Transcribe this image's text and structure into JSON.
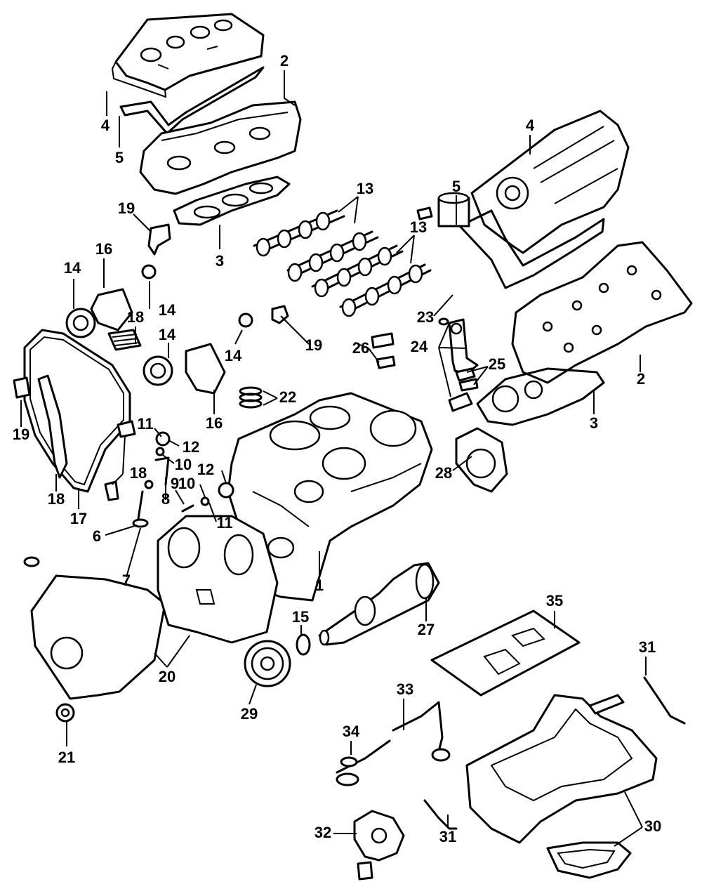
{
  "callouts": [
    {
      "id": "c2a",
      "text": "2"
    },
    {
      "id": "c4a",
      "text": "4"
    },
    {
      "id": "c5a",
      "text": "5"
    },
    {
      "id": "c19a",
      "text": "19"
    },
    {
      "id": "c3a",
      "text": "3"
    },
    {
      "id": "c13a",
      "text": "13"
    },
    {
      "id": "c13b",
      "text": "13"
    },
    {
      "id": "c4b",
      "text": "4"
    },
    {
      "id": "c5b",
      "text": "5"
    },
    {
      "id": "c16a",
      "text": "16"
    },
    {
      "id": "c14a",
      "text": "14"
    },
    {
      "id": "c14b",
      "text": "14"
    },
    {
      "id": "c18a",
      "text": "18"
    },
    {
      "id": "c14c",
      "text": "14"
    },
    {
      "id": "c14d",
      "text": "14"
    },
    {
      "id": "c19b",
      "text": "19"
    },
    {
      "id": "c23",
      "text": "23"
    },
    {
      "id": "c26",
      "text": "26"
    },
    {
      "id": "c24",
      "text": "24"
    },
    {
      "id": "c25",
      "text": "25"
    },
    {
      "id": "c2b",
      "text": "2"
    },
    {
      "id": "c16b",
      "text": "16"
    },
    {
      "id": "c22",
      "text": "22"
    },
    {
      "id": "c3b",
      "text": "3"
    },
    {
      "id": "c19c",
      "text": "19"
    },
    {
      "id": "c11a",
      "text": "11"
    },
    {
      "id": "c12a",
      "text": "12"
    },
    {
      "id": "c28",
      "text": "28"
    },
    {
      "id": "c10a",
      "text": "10"
    },
    {
      "id": "c18b",
      "text": "18"
    },
    {
      "id": "c12b",
      "text": "12"
    },
    {
      "id": "c9",
      "text": "9"
    },
    {
      "id": "c8",
      "text": "8"
    },
    {
      "id": "c10b",
      "text": "10"
    },
    {
      "id": "c18c",
      "text": "18"
    },
    {
      "id": "c17",
      "text": "17"
    },
    {
      "id": "c11b",
      "text": "11"
    },
    {
      "id": "c6",
      "text": "6"
    },
    {
      "id": "c7",
      "text": "7"
    },
    {
      "id": "c1",
      "text": "1"
    },
    {
      "id": "c15",
      "text": "15"
    },
    {
      "id": "c27",
      "text": "27"
    },
    {
      "id": "c35",
      "text": "35"
    },
    {
      "id": "c20",
      "text": "20"
    },
    {
      "id": "c31a",
      "text": "31"
    },
    {
      "id": "c33",
      "text": "33"
    },
    {
      "id": "c29",
      "text": "29"
    },
    {
      "id": "c34",
      "text": "34"
    },
    {
      "id": "c21",
      "text": "21"
    },
    {
      "id": "c30",
      "text": "30"
    },
    {
      "id": "c32",
      "text": "32"
    },
    {
      "id": "c31b",
      "text": "31"
    }
  ]
}
